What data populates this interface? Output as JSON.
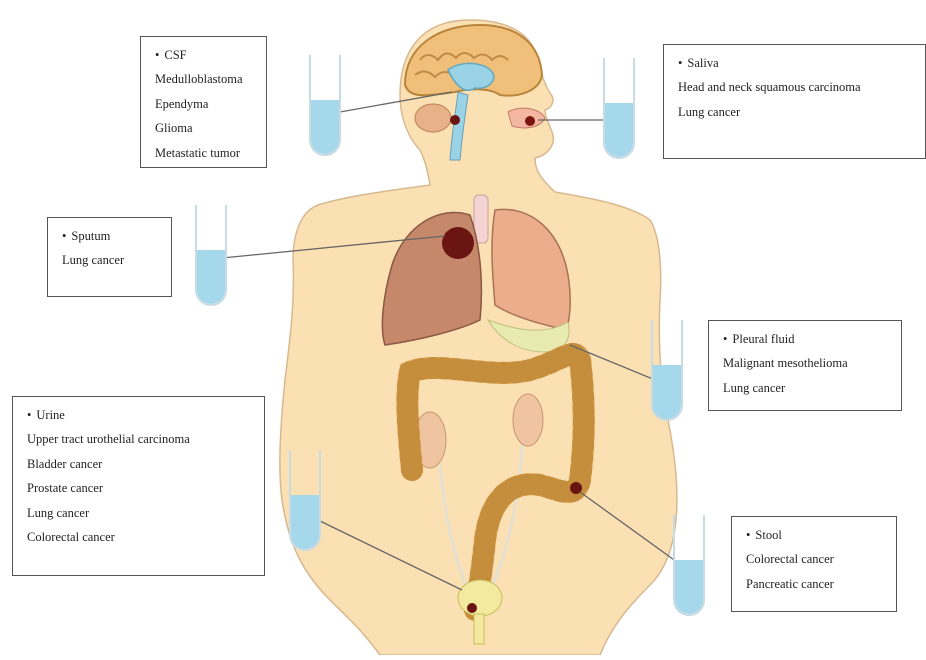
{
  "colors": {
    "skin": "#fbe0b4",
    "brain": "#f0c07a",
    "tube_fluid": "#a6d8ec",
    "lung_left": "#c6886b",
    "lung_right": "#ebad8c",
    "liver": "#efb592",
    "tumor": "#6a1512",
    "colon": "#d8a24e",
    "kidney": "#f0c4a0",
    "pleura": "#e8eab0",
    "bladder": "#f3eaa0"
  },
  "fluids": [
    {
      "id": "csf",
      "title": "CSF",
      "items": [
        "Medulloblastoma",
        "Ependyma",
        "Glioma",
        "Metastatic tumor"
      ]
    },
    {
      "id": "saliva",
      "title": "Saliva",
      "items": [
        "Head and neck squamous carcinoma",
        "Lung cancer"
      ]
    },
    {
      "id": "sputum",
      "title": "Sputum",
      "items": [
        "Lung cancer"
      ]
    },
    {
      "id": "pleural",
      "title": "Pleural fluid",
      "items": [
        "Malignant mesothelioma",
        "Lung cancer"
      ]
    },
    {
      "id": "urine",
      "title": "Urine",
      "items": [
        "Upper tract urothelial carcinoma",
        "Bladder cancer",
        "Prostate cancer",
        "Lung cancer",
        "Colorectal cancer"
      ]
    },
    {
      "id": "stool",
      "title": "Stool",
      "items": [
        "Colorectal cancer",
        "Pancreatic cancer"
      ]
    }
  ]
}
